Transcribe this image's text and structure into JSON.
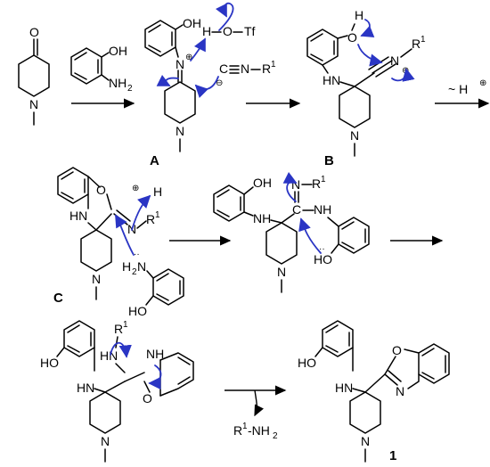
{
  "labels": {
    "intermediate_A": "A",
    "intermediate_B": "B",
    "intermediate_C": "C",
    "product": "1"
  },
  "reagents": {
    "proton_shift": "~ H",
    "byproduct_R": "R",
    "byproduct_sup": "1",
    "byproduct_tail": "-NH",
    "byproduct_sub": "2"
  },
  "atoms": {
    "O": "O",
    "OH": "OH",
    "HO": "HO",
    "H": "H",
    "N": "N",
    "NH": "NH",
    "HN": "HN",
    "NH2_N": "NH",
    "H2N_H": "H",
    "H2N_N": "N",
    "OTf": "O",
    "Tf": "Tf",
    "C": "C",
    "R": "R",
    "R1_sup": "1",
    "two": "2",
    "plus": "⊕",
    "minus": "⊖",
    "lp": "··"
  },
  "colors": {
    "curly_arrow": "#2a35c4",
    "bonds": "#000000"
  }
}
